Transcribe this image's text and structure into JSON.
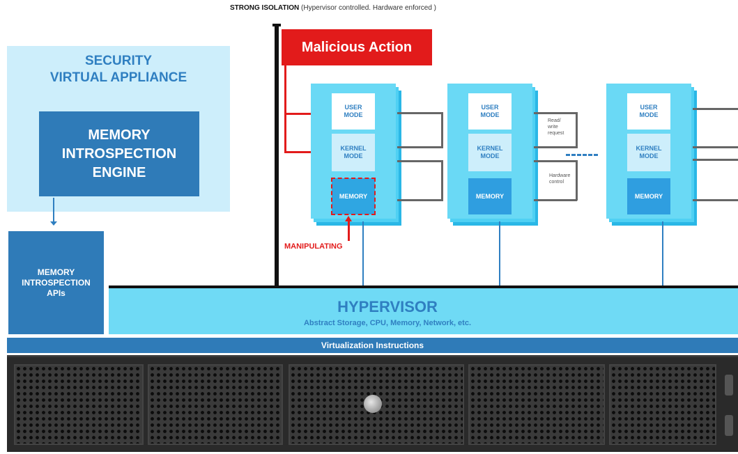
{
  "header": {
    "strong_isolation": "STRONG ISOLATION",
    "strong_isolation_note": "(Hypervisor controlled. Hardware enforced )"
  },
  "security_appliance": {
    "title_line1": "SECURITY",
    "title_line2": "VIRTUAL APPLIANCE",
    "engine_line1": "MEMORY",
    "engine_line2": "INTROSPECTION",
    "engine_line3": "ENGINE"
  },
  "apis": {
    "line1": "MEMORY",
    "line2": "INTROSPECTION",
    "line3": "APIs"
  },
  "malicious_action": "Malicious Action",
  "manipulating": "MANIPULATING",
  "vms": [
    {
      "user_line1": "USER",
      "user_line2": "MODE",
      "kernel_line1": "KERNEL",
      "kernel_line2": "MODE",
      "memory": "MEMORY"
    },
    {
      "user_line1": "USER",
      "user_line2": "MODE",
      "kernel_line1": "KERNEL",
      "kernel_line2": "MODE",
      "memory": "MEMORY"
    },
    {
      "user_line1": "USER",
      "user_line2": "MODE",
      "kernel_line1": "KERNEL",
      "kernel_line2": "MODE",
      "memory": "MEMORY"
    }
  ],
  "notes": {
    "rw_line1": "Read/",
    "rw_line2": "write",
    "rw_line3": "request",
    "hw_line1": "Hardware",
    "hw_line2": "control"
  },
  "hypervisor": {
    "title": "HYPERVISOR",
    "subtitle": "Abstract Storage, CPU, Memory, Network, etc."
  },
  "virtualization": "Virtualization Instructions",
  "colors": {
    "accent_blue": "#2f7fc1",
    "dark_blue": "#2f7bb8",
    "light_cyan": "#cdeefb",
    "cyan": "#35c6ee",
    "red": "#e21b1b"
  }
}
